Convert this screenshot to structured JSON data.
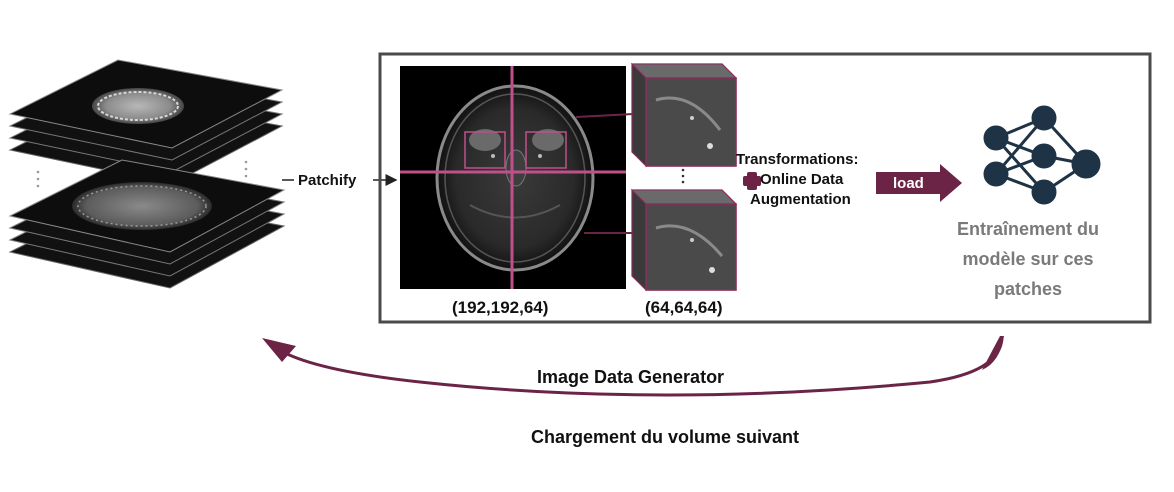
{
  "labels": {
    "patchify": "Patchify",
    "volume_shape": "(192,192,64)",
    "patch_shape": "(64,64,64)",
    "transformations_line1": "Transformations:",
    "transformations_line2": "Online Data",
    "transformations_line3": "Augmentation",
    "load": "load",
    "training": "Entraînement du modèle sur ces patches",
    "generator": "Image Data Generator",
    "next_volume": "Chargement du volume suivant"
  },
  "colors": {
    "accent": "#6b2446",
    "crosshair": "#c0508a",
    "frame": "#4a4a4a",
    "icon": "#1e3346",
    "training_text": "#7a7a7a"
  },
  "icons": {
    "model": "neural-network-icon",
    "slices": "mri-slice-stack"
  }
}
